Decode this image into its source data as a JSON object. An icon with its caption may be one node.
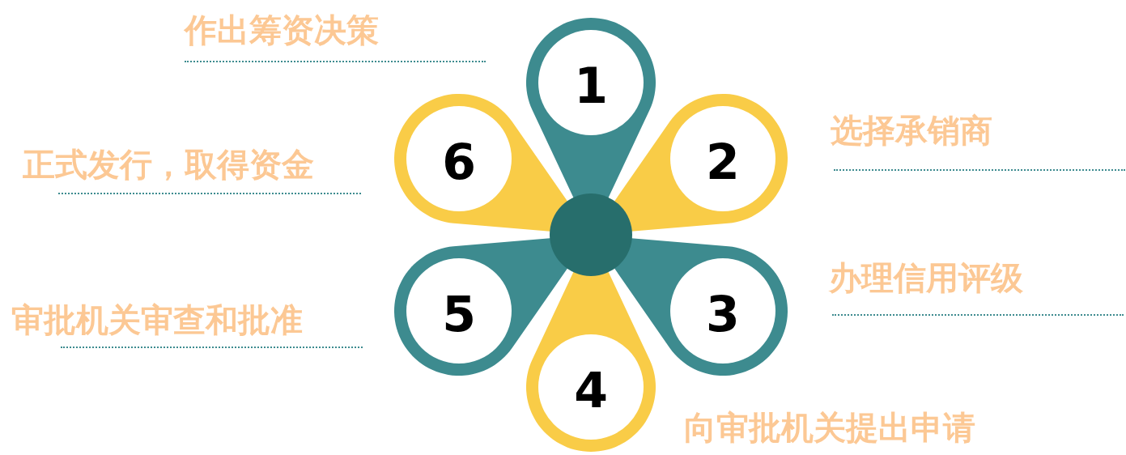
{
  "diagram": {
    "nodes": [
      {
        "text": [
          "1"
        ]
      },
      {
        "text": [
          "2"
        ],
        "beside": [
          "选择承销商"
        ]
      },
      {
        "text": [
          "3"
        ],
        "beside": [
          "办理信用评级"
        ]
      },
      {
        "text": [
          "4"
        ],
        "beside": [
          "向审批机关提出申请"
        ]
      },
      {
        "text": [
          "5"
        ],
        "beside": [
          "审批机关审查和批准"
        ]
      },
      {
        "text": [
          "6"
        ],
        "beside": [
          "正式发行，取得资金"
        ]
      },
      {
        "text": [],
        "shape": "circle"
      }
    ],
    "labels": [
      "作出筹资决策"
    ]
  }
}
